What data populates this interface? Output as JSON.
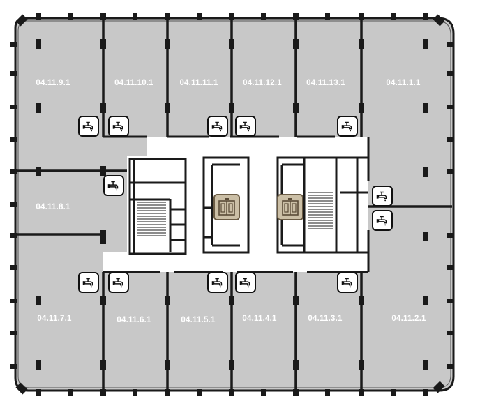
{
  "floorplan": {
    "units": [
      {
        "id": "04.11.9.1"
      },
      {
        "id": "04.11.10.1"
      },
      {
        "id": "04.11.11.1"
      },
      {
        "id": "04.11.12.1"
      },
      {
        "id": "04.11.13.1"
      },
      {
        "id": "04.11.1.1"
      },
      {
        "id": "04.11.8.1"
      },
      {
        "id": "04.11.7.1"
      },
      {
        "id": "04.11.6.1"
      },
      {
        "id": "04.11.5.1"
      },
      {
        "id": "04.11.4.1"
      },
      {
        "id": "04.11.3.1"
      },
      {
        "id": "04.11.2.1"
      }
    ],
    "colors": {
      "unit_fill": "#c8c8c8",
      "wall": "#1a1a1a",
      "core": "#ffffff",
      "lift_fill": "#cbbfa6",
      "label": "#ffffff"
    },
    "icons": {
      "wet_point": "tap-icon",
      "elevator": "elevator-icon"
    }
  }
}
